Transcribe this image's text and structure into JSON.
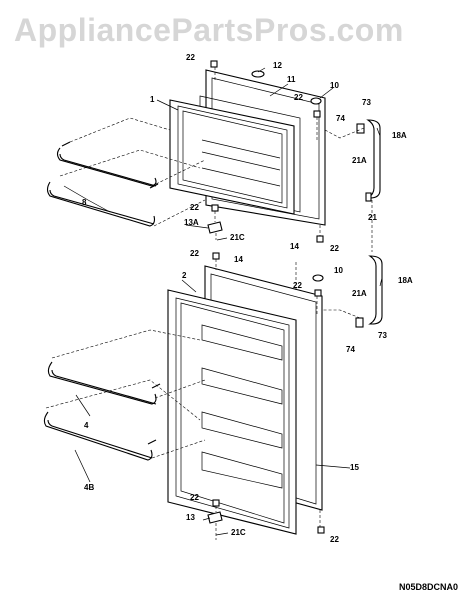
{
  "watermark": "AppliancePartsPros.com",
  "diagram_code": "N05D8DCNA0",
  "callouts": {
    "c22a": "22",
    "c12": "12",
    "c11": "11",
    "c10a": "10",
    "c22b": "22",
    "c1": "1",
    "c74a": "74",
    "c73a": "73",
    "c18Aa": "18A",
    "c21Aa": "21A",
    "c8": "8",
    "c22c": "22",
    "c13A": "13A",
    "c21Ca": "21C",
    "c21": "21",
    "c22d": "22",
    "c22e": "22",
    "c14a": "14",
    "c14b": "14",
    "c2": "2",
    "c10b": "10",
    "c18Ab": "18A",
    "c22f": "22",
    "c21Ab": "21A",
    "c73b": "73",
    "c74b": "74",
    "c4": "4",
    "c15": "15",
    "c4B": "4B",
    "c22g": "22",
    "c13": "13",
    "c21Cb": "21C",
    "c22h": "22"
  }
}
